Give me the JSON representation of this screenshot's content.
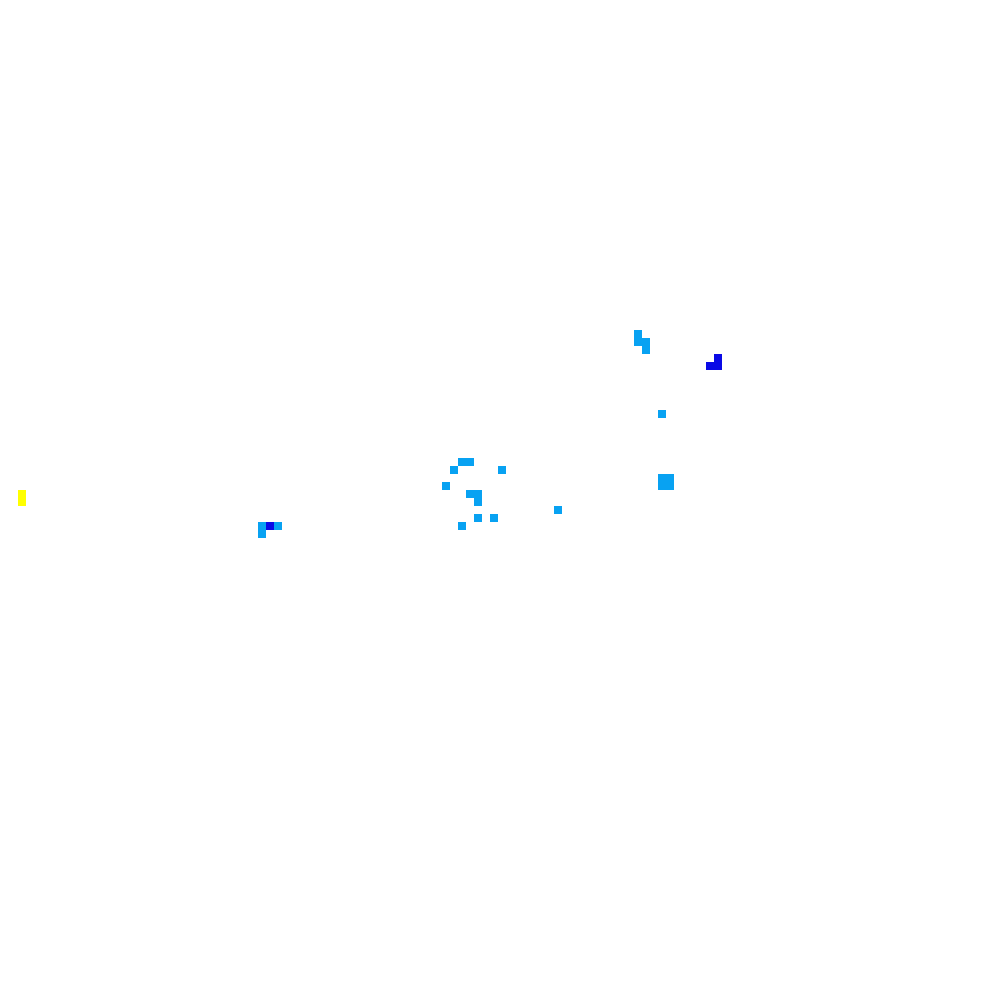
{
  "palette": {
    "background": "#ffffff",
    "light": "#08a2f2",
    "dark": "#0a0ae6",
    "highlight": "#ffff00"
  },
  "cells": [
    {
      "row": 41,
      "col": 79,
      "level": "light"
    },
    {
      "row": 42,
      "col": 79,
      "level": "light"
    },
    {
      "row": 42,
      "col": 80,
      "level": "light"
    },
    {
      "row": 43,
      "col": 80,
      "level": "light"
    },
    {
      "row": 44,
      "col": 89,
      "level": "dark"
    },
    {
      "row": 45,
      "col": 88,
      "level": "dark"
    },
    {
      "row": 45,
      "col": 89,
      "level": "dark"
    },
    {
      "row": 51,
      "col": 82,
      "level": "light"
    },
    {
      "row": 57,
      "col": 57,
      "level": "light"
    },
    {
      "row": 57,
      "col": 58,
      "level": "light"
    },
    {
      "row": 58,
      "col": 56,
      "level": "light"
    },
    {
      "row": 58,
      "col": 62,
      "level": "light"
    },
    {
      "row": 59,
      "col": 82,
      "level": "light"
    },
    {
      "row": 59,
      "col": 83,
      "level": "light"
    },
    {
      "row": 60,
      "col": 55,
      "level": "light"
    },
    {
      "row": 60,
      "col": 82,
      "level": "light"
    },
    {
      "row": 60,
      "col": 83,
      "level": "light"
    },
    {
      "row": 61,
      "col": 58,
      "level": "light"
    },
    {
      "row": 61,
      "col": 59,
      "level": "light"
    },
    {
      "row": 61,
      "col": 2,
      "level": "highlight"
    },
    {
      "row": 62,
      "col": 59,
      "level": "light"
    },
    {
      "row": 62,
      "col": 2,
      "level": "highlight"
    },
    {
      "row": 63,
      "col": 69,
      "level": "light"
    },
    {
      "row": 64,
      "col": 59,
      "level": "light"
    },
    {
      "row": 64,
      "col": 61,
      "level": "light"
    },
    {
      "row": 65,
      "col": 57,
      "level": "light"
    },
    {
      "row": 65,
      "col": 32,
      "level": "light"
    },
    {
      "row": 65,
      "col": 33,
      "level": "dark"
    },
    {
      "row": 65,
      "col": 34,
      "level": "light"
    },
    {
      "row": 66,
      "col": 32,
      "level": "light"
    }
  ]
}
